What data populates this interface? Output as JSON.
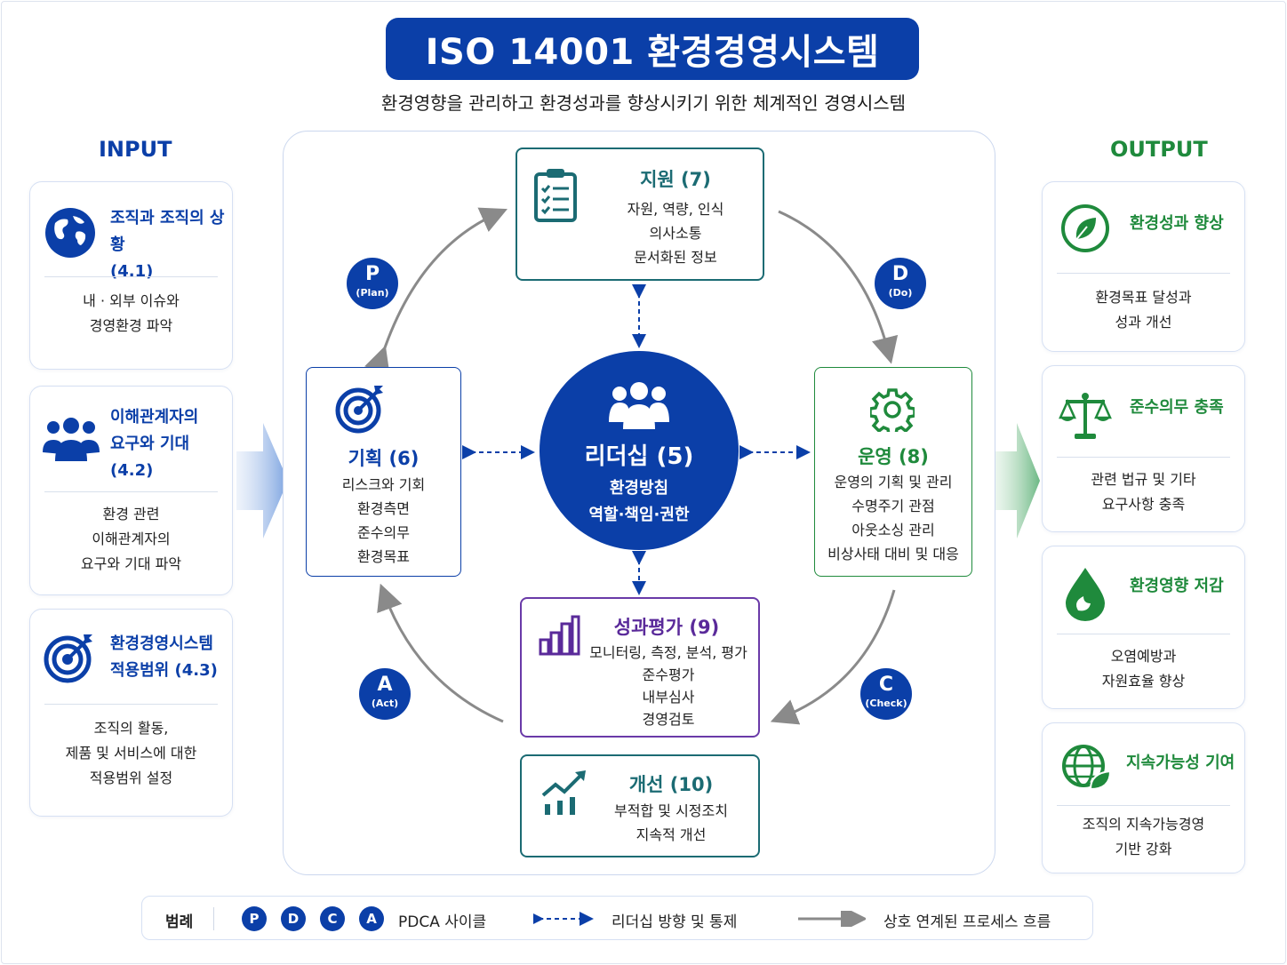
{
  "title": "ISO 14001 환경경영시스템",
  "subtitle": "환경영향을 관리하고 환경성과를 향상시키기 위한 체계적인 경영시스템",
  "input": {
    "heading": "INPUT",
    "cards": [
      {
        "icon": "globe-icon",
        "title": "조직과 조직의 상황\n(4.1)",
        "desc": "내 · 외부 이슈와\n경영환경 파악"
      },
      {
        "icon": "people-icon",
        "title": "이해관계자의\n요구와 기대\n(4.2)",
        "desc": "환경 관련\n이해관계자의\n요구와 기대 파악"
      },
      {
        "icon": "target-icon",
        "title": "환경경영시스템\n적용범위 (4.3)",
        "desc": "조직의 활동,\n제품 및 서비스에 대한\n적용범위 설정"
      }
    ]
  },
  "output": {
    "heading": "OUTPUT",
    "cards": [
      {
        "icon": "leaf-icon",
        "title": "환경성과 향상",
        "desc": "환경목표 달성과\n성과 개선"
      },
      {
        "icon": "scales-icon",
        "title": "준수의무 충족",
        "desc": "관련 법규 및 기타\n요구사항 충족"
      },
      {
        "icon": "water-drop-icon",
        "title": "환경영향 저감",
        "desc": "오염예방과\n자원효율 향상"
      },
      {
        "icon": "eco-globe-icon",
        "title": "지속가능성 기여",
        "desc": "조직의 지속가능경영\n기반 강화"
      }
    ]
  },
  "processes": {
    "support": {
      "title": "지원 (7)",
      "lines": "자원, 역량, 인식\n의사소통\n문서화된 정보"
    },
    "planning": {
      "title": "기획 (6)",
      "lines": "리스크와 기회\n환경측면\n준수의무\n환경목표"
    },
    "operation": {
      "title": "운영 (8)",
      "lines": "운영의 기획 및 관리\n수명주기 관점\n아웃소싱 관리\n비상사태 대비 및 대응"
    },
    "evaluation": {
      "title": "성과평가 (9)",
      "lines": "모니터링, 측정, 분석, 평가\n준수평가\n내부심사\n경영검토"
    },
    "improvement": {
      "title": "개선 (10)",
      "lines": "부적합 및 시정조치\n지속적 개선"
    }
  },
  "leadership": {
    "title": "리더십 (5)",
    "sub": "환경방침\n역할·책임·권한"
  },
  "pdca": [
    {
      "letter": "P",
      "word": "(Plan)"
    },
    {
      "letter": "D",
      "word": "(Do)"
    },
    {
      "letter": "C",
      "word": "(Check)"
    },
    {
      "letter": "A",
      "word": "(Act)"
    }
  ],
  "legend": {
    "label": "범례",
    "dots": [
      "P",
      "D",
      "C",
      "A"
    ],
    "pdca_text": "PDCA 사이클",
    "dashed_text": "리더십 방향 및 통제",
    "solid_text": "상호 연계된 프로세스 흐름"
  },
  "colors": {
    "primary_blue": "#0b3fa8",
    "teal": "#1b6b73",
    "green": "#1f8a3c",
    "purple": "#5a2a9a",
    "arrow_gray": "#8a8a8a"
  }
}
